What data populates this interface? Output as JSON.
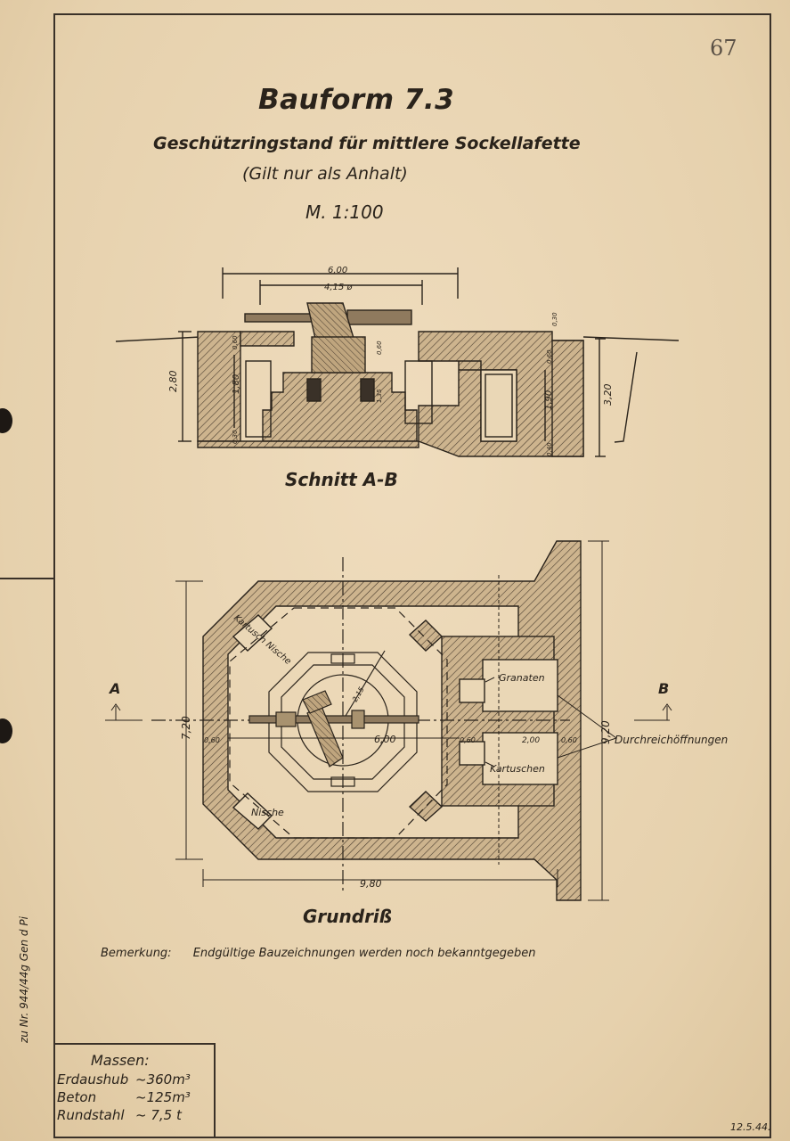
{
  "page_number": "67",
  "title": "Bauform 7.3",
  "subtitle": "Geschützringstand für mittlere Sockellafette",
  "note": "(Gilt nur als Anhalt)",
  "scale": "M. 1:100",
  "section": {
    "label": "Schnitt A-B",
    "dims": {
      "width_total": "6,00",
      "ring_dia": "4,15 ø",
      "depth_left": "2,80",
      "inner_height": "1,80",
      "depth_right": "3,20",
      "room_height": "1,90",
      "top_slab": "0,30",
      "slab_left": "0,60",
      "bottom_left": "0,30",
      "bottom_right": "0,40",
      "pedestal": "1,35",
      "mid": "0,60",
      "right_wall": "0,60"
    }
  },
  "plan": {
    "label": "Grundriß",
    "markers": {
      "a": "A",
      "b": "B"
    },
    "labels": {
      "niche_top": "Kartusch Nische",
      "niche_bottom": "Nische",
      "granaten": "Granaten",
      "kartuschen": "Kartuschen",
      "durchreich": "Durchreichöffnungen"
    },
    "dims": {
      "height": "7,20",
      "overall_height": "9,20",
      "width": "9,80",
      "inner_dia": "6,00",
      "radius": "2,15",
      "left_wall": "0,60",
      "mid_wall": "0,60",
      "room_width": "2,00",
      "right_wall": "0,60"
    }
  },
  "remark": {
    "label": "Bemerkung:",
    "text": "Endgültige Bauzeichnungen werden noch bekanntgegeben"
  },
  "side_reference": "zu Nr. 944/44g Gen d Pi",
  "quantities": {
    "title": "Massen:",
    "rows": [
      {
        "name": "Erdaushub",
        "value": "~360m³"
      },
      {
        "name": "Beton",
        "value": "~125m³"
      },
      {
        "name": "Rundstahl",
        "value": "~ 7,5 t"
      }
    ]
  },
  "date": "12.5.44."
}
